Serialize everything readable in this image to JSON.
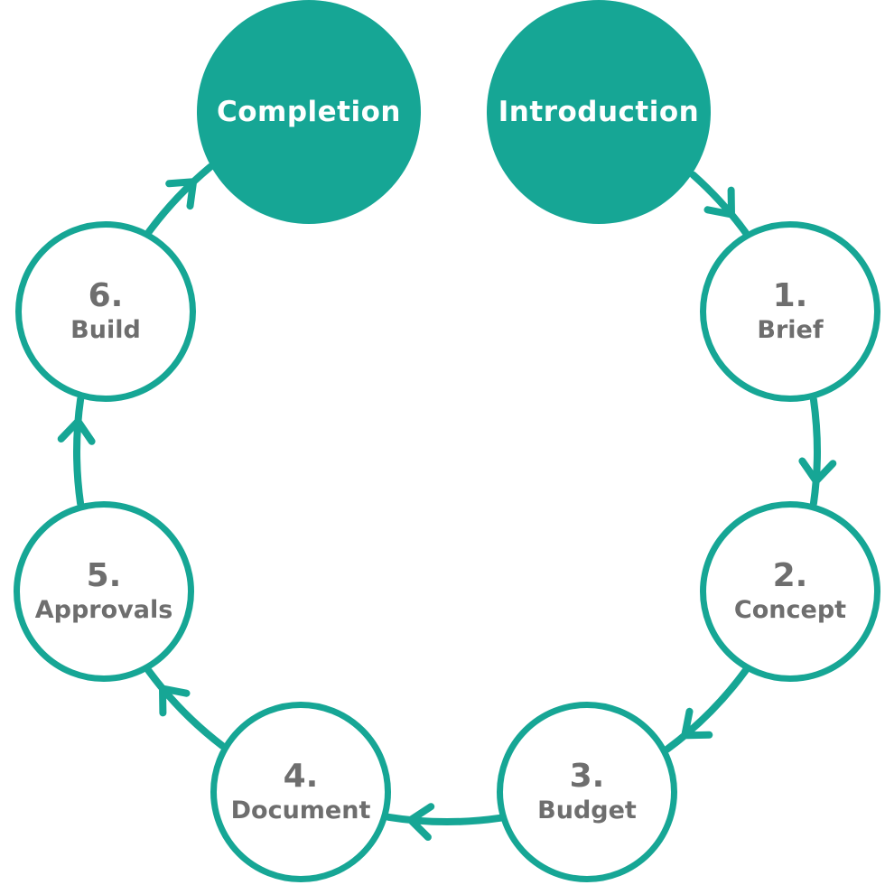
{
  "diagram": {
    "type": "circular-process",
    "direction": "clockwise"
  },
  "colors": {
    "teal": "#16A695",
    "text_gray": "#6E6E6E",
    "filled_node_text": "#FFFFFF",
    "background": "#FFFFFF"
  },
  "nodes": [
    {
      "id": "completion",
      "label": "Completion",
      "style": "filled"
    },
    {
      "id": "introduction",
      "label": "Introduction",
      "style": "filled"
    },
    {
      "id": "brief",
      "number": "1.",
      "label": "Brief",
      "style": "outlined"
    },
    {
      "id": "concept",
      "number": "2.",
      "label": "Concept",
      "style": "outlined"
    },
    {
      "id": "budget",
      "number": "3.",
      "label": "Budget",
      "style": "outlined"
    },
    {
      "id": "document",
      "number": "4.",
      "label": "Document",
      "style": "outlined"
    },
    {
      "id": "approvals",
      "number": "5.",
      "label": "Approvals",
      "style": "outlined"
    },
    {
      "id": "build",
      "number": "6.",
      "label": "Build",
      "style": "outlined"
    }
  ],
  "flow": {
    "connections": [
      {
        "from": "introduction",
        "to": "brief"
      },
      {
        "from": "brief",
        "to": "concept"
      },
      {
        "from": "concept",
        "to": "budget"
      },
      {
        "from": "budget",
        "to": "document"
      },
      {
        "from": "document",
        "to": "approvals"
      },
      {
        "from": "approvals",
        "to": "build"
      },
      {
        "from": "build",
        "to": "completion"
      }
    ]
  }
}
